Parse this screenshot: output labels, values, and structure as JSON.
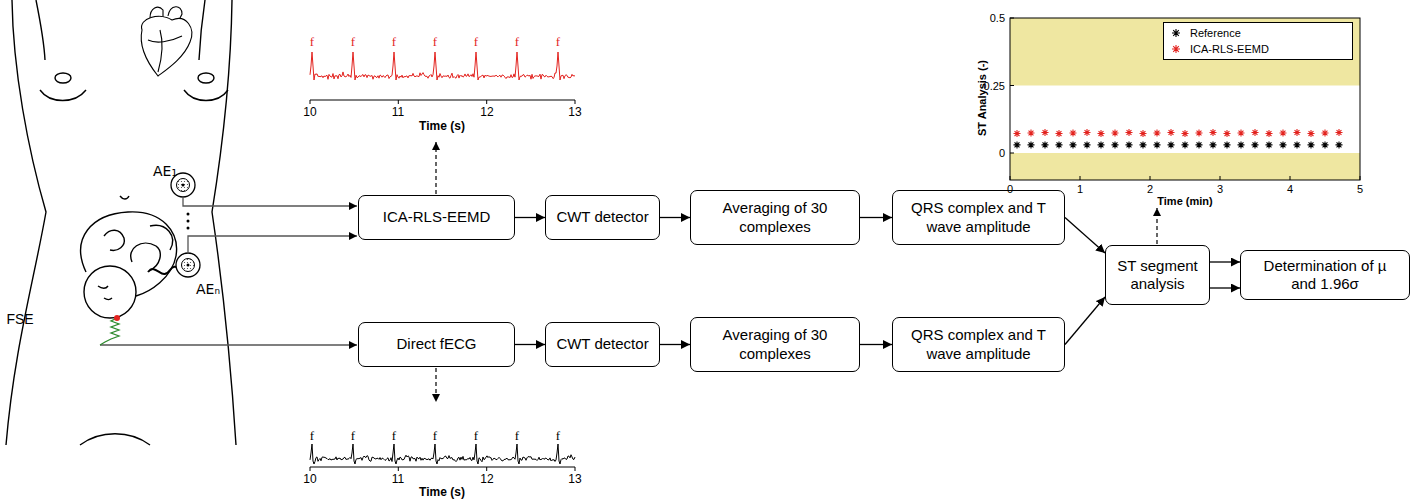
{
  "diagram": {
    "nodes": [
      {
        "text": [
          "ICA-RLS-EEMD"
        ]
      },
      {
        "text": [
          "CWT detector"
        ]
      },
      {
        "text": [
          "Averaging of 30 complexes"
        ]
      },
      {
        "text": [
          "QRS complex and T wave amplitude"
        ]
      },
      {
        "text": [
          "Direct fECG"
        ]
      },
      {
        "text": [
          "CWT detector"
        ]
      },
      {
        "text": [
          "Averaging of 30 complexes"
        ]
      },
      {
        "text": [
          "QRS complex and T wave amplitude"
        ]
      },
      {
        "text": [
          "ST segment analysis"
        ]
      },
      {
        "text": [
          "Determination of µ and 1.96σ"
        ]
      }
    ],
    "edges": [
      {
        "from": 0,
        "to": 1,
        "arrow": "to"
      },
      {
        "from": 1,
        "to": 2,
        "arrow": "to"
      },
      {
        "from": 2,
        "to": 3,
        "arrow": "to"
      },
      {
        "from": 4,
        "to": 5,
        "arrow": "to"
      },
      {
        "from": 5,
        "to": 6,
        "arrow": "to"
      },
      {
        "from": 6,
        "to": 7,
        "arrow": "to"
      },
      {
        "from": 3,
        "to": 8,
        "arrow": "to"
      },
      {
        "from": 7,
        "to": 8,
        "arrow": "to"
      },
      {
        "from": 8,
        "to": 9,
        "arrow": "to"
      },
      {
        "from": 8,
        "to": 9,
        "arrow": "to"
      }
    ],
    "labels": [
      "AE₁",
      "AEₙ",
      "FSE",
      "f",
      "f",
      "f",
      "f",
      "f",
      "f",
      "f",
      "10",
      "11",
      "12",
      "13",
      "Time (s)",
      "f",
      "f",
      "f",
      "f",
      "f",
      "f",
      "f",
      "10",
      "11",
      "12",
      "13",
      "Time (s)",
      "0.5",
      "0.25",
      "0",
      "ST Analysis (-)",
      "0",
      "1",
      "2",
      "3",
      "4",
      "5",
      "Time (min)"
    ],
    "legend": [
      {
        "text": "Reference"
      },
      {
        "text": "ICA-RLS-EEMD"
      }
    ]
  }
}
